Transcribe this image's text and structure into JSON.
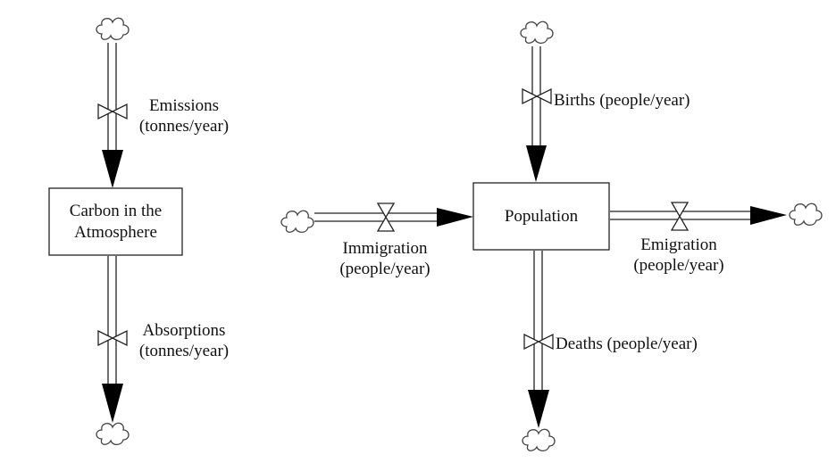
{
  "stocks": {
    "carbon": {
      "line1": "Carbon in the",
      "line2": "Atmosphere"
    },
    "population": {
      "label": "Population"
    }
  },
  "flows": {
    "emissions": {
      "line1": "Emissions",
      "line2": "(tonnes/year)"
    },
    "absorptions": {
      "line1": "Absorptions",
      "line2": "(tonnes/year)"
    },
    "births": {
      "label": "Births (people/year)"
    },
    "deaths": {
      "label": "Deaths (people/year)"
    },
    "immigration": {
      "line1": "Immigration",
      "line2": "(people/year)"
    },
    "emigration": {
      "line1": "Emigration",
      "line2": "(people/year)"
    }
  },
  "colors": {
    "line": "#222222",
    "arrow": "#000000",
    "cloud": "#444444",
    "background": "#ffffff"
  },
  "icons": [
    "cloud-icon",
    "valve-icon",
    "arrowhead-icon"
  ]
}
